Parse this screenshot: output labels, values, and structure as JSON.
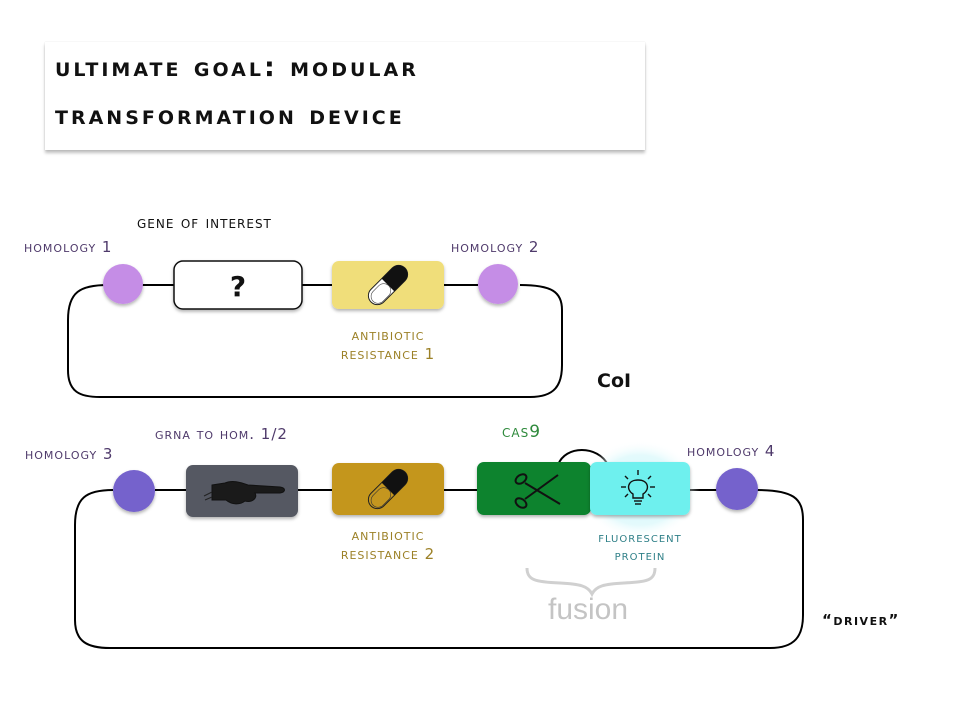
{
  "title": {
    "line1": "Ultimate goal: modular",
    "line2": "transformation device"
  },
  "plasmid_top": {
    "name": "CoI",
    "header": "Gene of interest",
    "homology_left": "Homology 1",
    "homology_right": "Homology 2",
    "gene_box_symbol": "?",
    "resistance_label_line1": "Antibiotic",
    "resistance_label_line2": "Resistance 1",
    "colors": {
      "homology": "#c58de6",
      "resistance": "#f0de7a",
      "gene": "#ffffff"
    },
    "icons": [
      "question-mark-icon",
      "pill-capsule-icon"
    ]
  },
  "plasmid_bottom": {
    "name": "“driver”",
    "grna_label": "gRNA to hom. 1/2",
    "homology_left": "Homology 3",
    "homology_right": "Homology 4",
    "cas9_label": "Cas9",
    "resistance_label_line1": "Antibiotic",
    "resistance_label_line2": "Resistance 2",
    "fluorescent_label_line1": "Fluorescent",
    "fluorescent_label_line2": "Protein",
    "fusion_label": "fusion",
    "colors": {
      "homology": "#7462cc",
      "grna": "#545862",
      "resistance": "#c4961f",
      "cas9": "#07832f",
      "fluorescent": "#6ef0ee"
    },
    "icons": [
      "pointing-hand-icon",
      "pill-capsule-icon",
      "scissors-icon",
      "lightbulb-icon"
    ]
  }
}
